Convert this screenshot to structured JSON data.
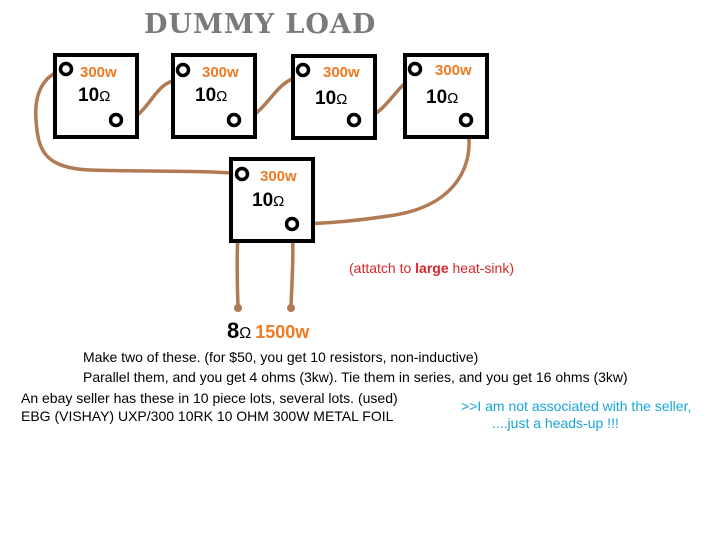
{
  "title": "DUMMY LOAD",
  "resistors": [
    {
      "power": "300w",
      "value": "10",
      "unit": "Ω"
    },
    {
      "power": "300w",
      "value": "10",
      "unit": "Ω"
    },
    {
      "power": "300w",
      "value": "10",
      "unit": "Ω"
    },
    {
      "power": "300w",
      "value": "10",
      "unit": "Ω"
    },
    {
      "power": "300w",
      "value": "10",
      "unit": "Ω"
    }
  ],
  "heatsink_note": {
    "prefix": "(attatch to ",
    "emphasis": "large",
    "suffix": " heat-sink)"
  },
  "result": {
    "value": "8",
    "unit": "Ω",
    "power": "1500w"
  },
  "instructions": [
    "Make two of these. (for $50, you get 10 resistors, non-inductive)",
    "Parallel them, and you get 4 ohms (3kw). Tie them in series, and you get 16 ohms (3kw)"
  ],
  "seller_info": [
    "An ebay seller has these in 10 piece lots, several lots. (used)",
    "EBG (VISHAY) UXP/300 10RK 10 OHM 300W METAL FOIL"
  ],
  "disclaimer": [
    ">>I am not associated with the seller,",
    "....just a heads-up !!!"
  ],
  "colors": {
    "accent": "#ee7a21",
    "wire": "#b07a52",
    "note": "#d9252a",
    "disclaimer": "#18a6d6",
    "title": "#7a7a7a"
  }
}
